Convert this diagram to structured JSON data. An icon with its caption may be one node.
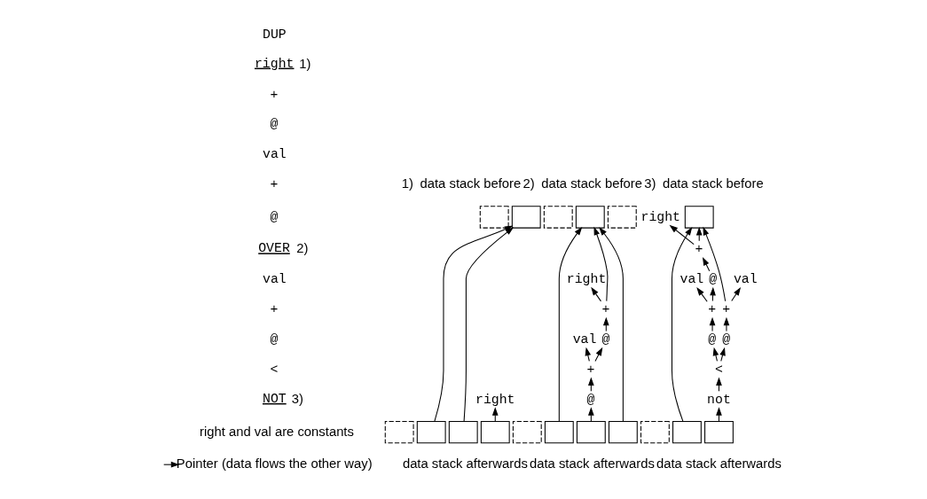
{
  "diagram": {
    "nodes": [
      {
        "text": [],
        "shape": "box"
      },
      {
        "text": [],
        "shape": "box"
      },
      {
        "text": [
          "right"
        ]
      },
      {
        "text": [],
        "shape": "box"
      },
      {
        "text": [],
        "shape": "box"
      },
      {
        "text": [],
        "shape": "box"
      },
      {
        "text": [],
        "shape": "box"
      },
      {
        "text": [],
        "shape": "box"
      },
      {
        "text": [],
        "shape": "box"
      },
      {
        "text": [
          "right"
        ]
      },
      {
        "text": [
          "+"
        ]
      },
      {
        "text": [
          "val"
        ]
      },
      {
        "text": [
          "@"
        ]
      },
      {
        "text": [
          "+"
        ]
      },
      {
        "text": [
          "@"
        ]
      },
      {
        "text": [],
        "shape": "box"
      },
      {
        "text": [],
        "shape": "box"
      },
      {
        "text": [],
        "shape": "box"
      },
      {
        "text": [],
        "shape": "box"
      },
      {
        "text": [],
        "shape": "box"
      },
      {
        "text": [],
        "shape": "box"
      },
      {
        "text": [
          "right"
        ]
      },
      {
        "text": [
          "+"
        ]
      },
      {
        "text": [
          "val"
        ]
      },
      {
        "text": [
          "val"
        ]
      },
      {
        "text": [
          "@"
        ]
      },
      {
        "text": [
          "+"
        ]
      },
      {
        "text": [
          "+"
        ]
      },
      {
        "text": [
          "@"
        ]
      },
      {
        "text": [
          "@"
        ]
      },
      {
        "text": [
          "<"
        ]
      },
      {
        "text": [
          "not"
        ]
      },
      {
        "text": [],
        "shape": "box"
      },
      {
        "text": [],
        "shape": "box"
      },
      {
        "text": [],
        "shape": "box"
      }
    ],
    "edges": [
      {
        "from": 4,
        "to": 1,
        "arrow": "to"
      },
      {
        "from": 5,
        "to": 1,
        "arrow": "to"
      },
      {
        "from": 6,
        "to": 2,
        "arrow": "to"
      },
      {
        "from": 10,
        "to": 9,
        "arrow": "to"
      },
      {
        "from": 10,
        "to": 8,
        "arrow": "to"
      },
      {
        "from": 12,
        "to": 10,
        "arrow": "to"
      },
      {
        "from": 13,
        "to": 11,
        "arrow": "to"
      },
      {
        "from": 13,
        "to": 12,
        "arrow": "to"
      },
      {
        "from": 14,
        "to": 13,
        "arrow": "to"
      },
      {
        "from": 17,
        "to": 14,
        "arrow": "to"
      },
      {
        "from": 16,
        "to": 8,
        "arrow": "to"
      },
      {
        "from": 18,
        "to": 8,
        "arrow": "to"
      },
      {
        "from": 22,
        "to": 21,
        "arrow": "to"
      },
      {
        "from": 22,
        "to": 20,
        "arrow": "to"
      },
      {
        "from": 25,
        "to": 22,
        "arrow": "to"
      },
      {
        "from": 27,
        "to": 24,
        "arrow": "to"
      },
      {
        "from": 27,
        "to": 25,
        "arrow": "to"
      },
      {
        "from": 29,
        "to": 27,
        "arrow": "to"
      },
      {
        "from": 26,
        "to": 23,
        "arrow": "to"
      },
      {
        "from": 26,
        "to": 20,
        "arrow": "to"
      },
      {
        "from": 28,
        "to": 26,
        "arrow": "to"
      },
      {
        "from": 30,
        "to": 29,
        "arrow": "to"
      },
      {
        "from": 30,
        "to": 28,
        "arrow": "to"
      },
      {
        "from": 31,
        "to": 30,
        "arrow": "to"
      },
      {
        "from": 34,
        "to": 31,
        "arrow": "to"
      },
      {
        "from": 33,
        "to": 20,
        "arrow": "to"
      }
    ],
    "labels": [
      "DUP",
      "right",
      "1)",
      "+",
      "@",
      "val",
      "+",
      "@",
      "OVER",
      "2)",
      "val",
      "+",
      "@",
      "<",
      "NOT",
      "3)",
      "right and val are constants",
      "1)",
      "data stack before",
      "2)",
      "data stack before",
      "3)",
      "data stack before",
      "data stack afterwards",
      "data stack afterwards",
      "data stack afterwards"
    ],
    "legend": [
      {
        "text": "Pointer (data flows the other way)"
      }
    ]
  }
}
